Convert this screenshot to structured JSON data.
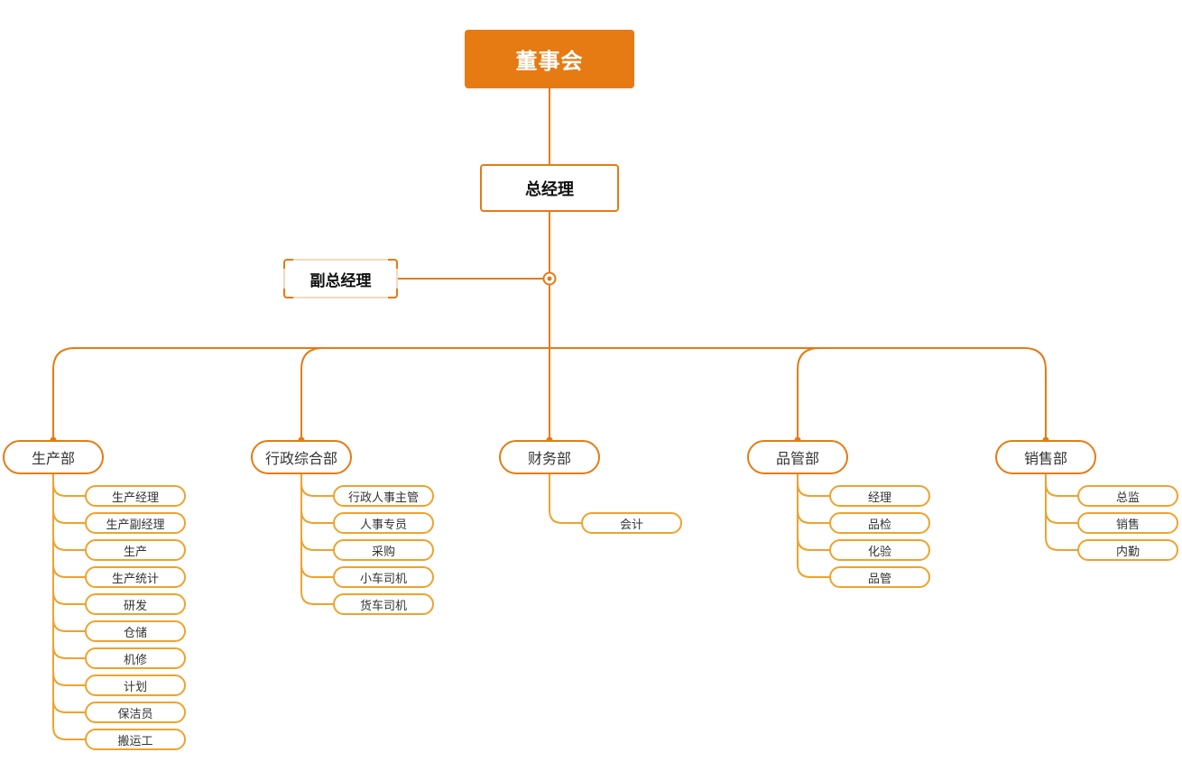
{
  "colors": {
    "primary": "#e67b14",
    "leaf_border": "#f0a22c",
    "vice_border": "#f4d9bc",
    "text": "#333333"
  },
  "board": {
    "label": "董事会"
  },
  "general_manager": {
    "label": "总经理"
  },
  "vice_general_manager": {
    "label": "副总经理"
  },
  "departments": [
    {
      "label": "生产部",
      "children": [
        "生产经理",
        "生产副经理",
        "生产",
        "生产统计",
        "研发",
        "仓储",
        "机修",
        "计划",
        "保洁员",
        "搬运工"
      ]
    },
    {
      "label": "行政综合部",
      "children": [
        "行政人事主管",
        "人事专员",
        "采购",
        "小车司机",
        "货车司机"
      ]
    },
    {
      "label": "财务部",
      "children": [
        "会计"
      ]
    },
    {
      "label": "品管部",
      "children": [
        "经理",
        "品检",
        "化验",
        "品管"
      ]
    },
    {
      "label": "销售部",
      "children": [
        "总监",
        "销售",
        "内勤"
      ]
    }
  ]
}
